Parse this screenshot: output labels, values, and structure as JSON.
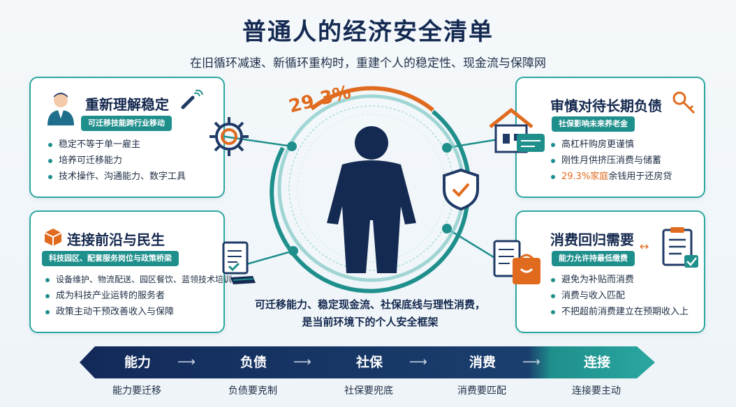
{
  "header": {
    "title": "普通人的经济安全清单",
    "subtitle": "在旧循环减速、新循环重构时，重建个人的稳定性、现金流与保障网"
  },
  "cards": {
    "top_left": {
      "title": "重新理解稳定",
      "pill": "可迁移技能跨行业移动",
      "items": [
        "稳定不等于单一雇主",
        "培养可迁移能力",
        "技术操作、沟通能力、数字工具"
      ]
    },
    "bottom_left": {
      "title": "连接前沿与民生",
      "pill": "科技园区、配套服务岗位与政策桥梁",
      "items": [
        "设备维护、物流配送、园区餐饮、蓝领技术培训",
        "成为科技产业运转的服务者",
        "政策主动干预改善收入与保障"
      ]
    },
    "top_right": {
      "title": "审慎对待长期负债",
      "pill": "社保影响未来养老金",
      "items": [
        "高杠杆购房更谨慎",
        "刚性月供挤压消费与储蓄",
        "29.3%家庭余钱用于还房贷"
      ],
      "highlight_prefix": "29.3%家庭"
    },
    "bottom_right": {
      "title": "消费回归需要",
      "pill": "能力允许持最低缴费",
      "items": [
        "避免为补贴而消费",
        "消费与收入匹配",
        "不把超前消费建立在预期收入上"
      ]
    }
  },
  "center": {
    "percent": "29.3%",
    "statement": "可迁移能力、稳定现金流、社保底线与理性消费，是当前环境下的个人安全框架"
  },
  "stages": [
    {
      "label": "能力",
      "sub": "能力要迁移"
    },
    {
      "label": "负债",
      "sub": "负债要克制"
    },
    {
      "label": "社保",
      "sub": "社保要兜底"
    },
    {
      "label": "消费",
      "sub": "消费要匹配"
    },
    {
      "label": "连接",
      "sub": "连接要主动"
    }
  ],
  "colors": {
    "navy": "#152a52",
    "teal": "#1f8f8c",
    "orange": "#e06b1e"
  }
}
